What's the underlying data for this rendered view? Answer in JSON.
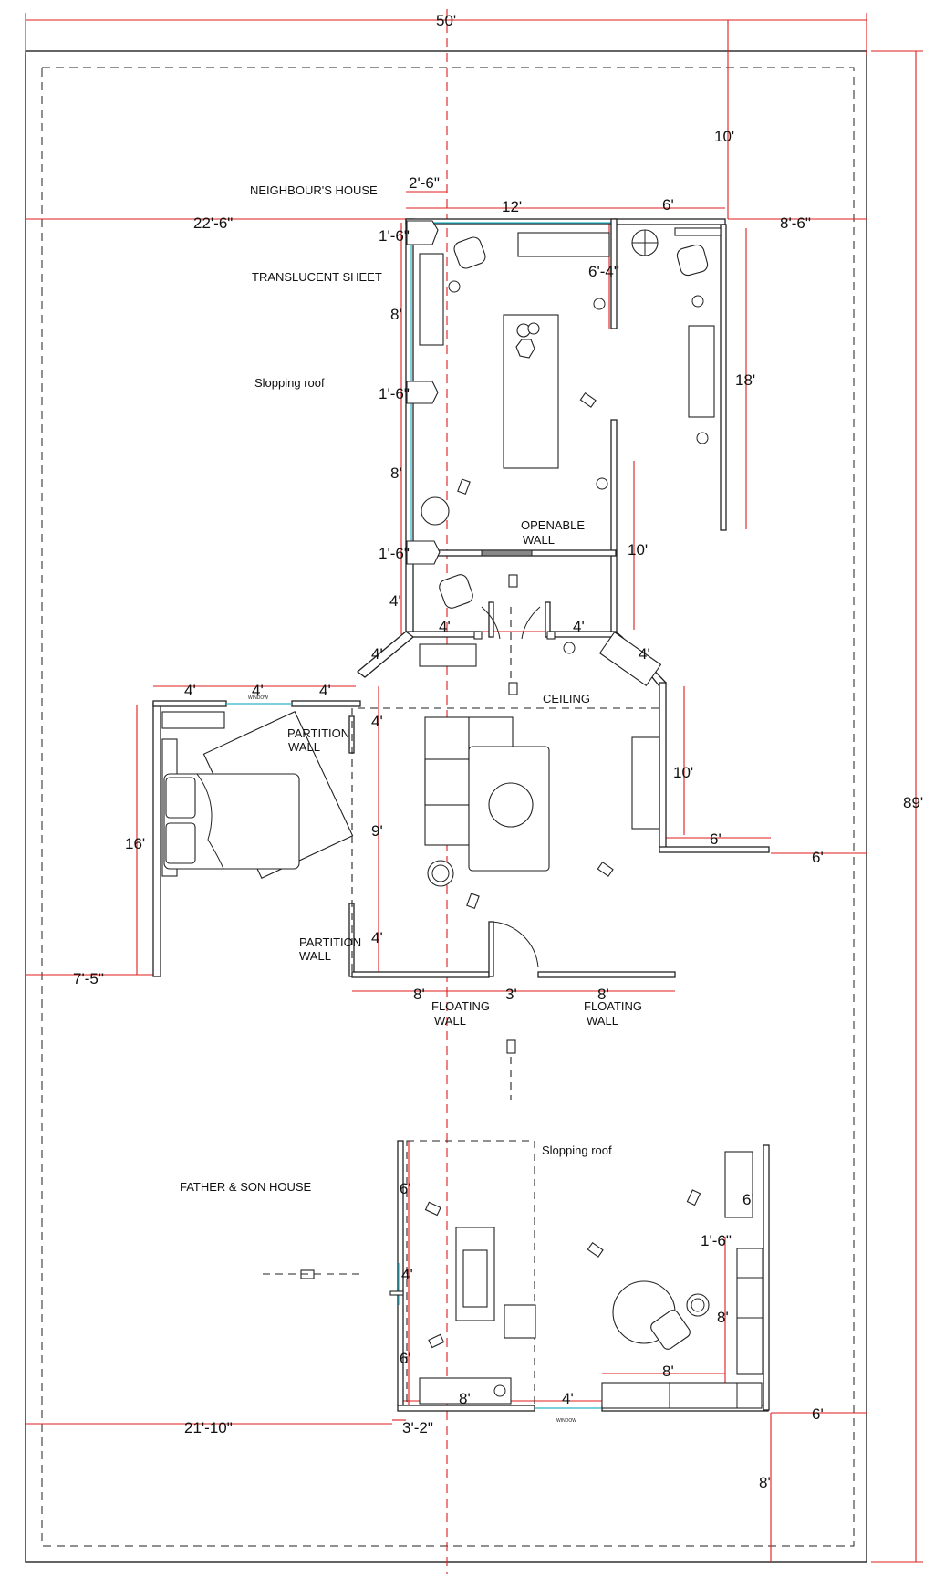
{
  "labels": {
    "neighbour": "NEIGHBOUR'S HOUSE",
    "translucent": "TRANSLUCENT  SHEET",
    "sloping_roof_1": "Slopping roof",
    "sloping_roof_2": "Slopping roof",
    "openable_1": "OPENABLE",
    "openable_2": "WALL",
    "ceiling": "CEILING",
    "partition_a1": "PARTITION",
    "partition_a2": "WALL",
    "partition_b1": "PARTITION",
    "partition_b2": "WALL",
    "floating_l1": "FLOATING",
    "floating_l2": "WALL",
    "floating_r1": "FLOATING",
    "floating_r2": "WALL",
    "father_son": "FATHER & SON HOUSE",
    "window": "WINDOW"
  },
  "dims": {
    "d50": "50'",
    "d89": "89'",
    "d10_top": "10'",
    "d2_6": "2'-6\"",
    "d22_6": "22'-6\"",
    "d12": "12'",
    "d6_top": "6'",
    "d8_6": "8'-6\"",
    "d1_6_a": "1'-6\"",
    "d6_4": "6'-4\"",
    "d8_a": "8'",
    "d18": "18'",
    "d1_6_b": "1'-6\"",
    "d8_b": "8'",
    "d10_mid": "10'",
    "d1_6_c": "1'-6\"",
    "d4_a": "4'",
    "d4_b": "4'",
    "d4_c": "4'",
    "d4_d": "4'",
    "d4_e": "4'",
    "d4_f": "4'",
    "d4_g": "4'",
    "d4_h": "4'",
    "d4_i": "4'",
    "d10_right": "10'",
    "d6_r1": "6'",
    "d6_r2": "6'",
    "d16": "16'",
    "d9": "9'",
    "d4_j": "4'",
    "d7_5": "7'-5\"",
    "d8_fl": "8'",
    "d3": "3'",
    "d8_fr": "8'",
    "d6_b1": "6'",
    "d4_bw": "4'",
    "d6_b2": "6'",
    "d6_br": "6'",
    "d1_6_d": "1'-6\"",
    "d8_br": "8'",
    "d8_bb": "8'",
    "d8_bl": "8'",
    "d4_bb": "4'",
    "d6_r3": "6'",
    "d21_10": "21'-10\"",
    "d3_2": "3'-2\"",
    "d8_bottom": "8'"
  }
}
